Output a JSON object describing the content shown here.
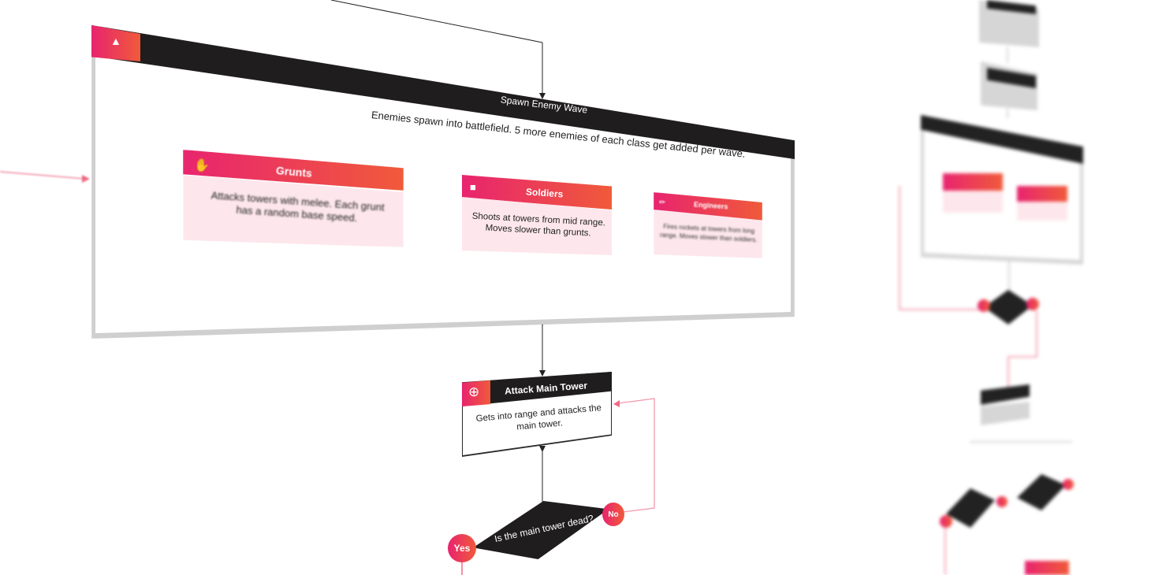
{
  "spawn": {
    "title": "Spawn Enemy Wave",
    "description": "Enemies spawn into battlefield. 5 more enemies of each class get added per wave.",
    "icon": "gauge-icon"
  },
  "classes": [
    {
      "name": "Grunts",
      "description": "Attacks towers with melee. Each grunt has a random base speed.",
      "icon": "fist-icon"
    },
    {
      "name": "Soldiers",
      "description": "Shoots at towers from mid range. Moves slower than grunts.",
      "icon": "gun-icon"
    },
    {
      "name": "Engineers",
      "description": "Fires rockets at towers from long range. Moves slower than soldiers.",
      "icon": "rocket-icon"
    }
  ],
  "attack": {
    "title": "Attack Main Tower",
    "description": "Gets into range and attacks the main tower.",
    "icon": "crosshair-icon"
  },
  "decision": {
    "question": "Is the main tower dead?",
    "yes_label": "Yes",
    "no_label": "No"
  },
  "colors": {
    "accent_start": "#e8246f",
    "accent_end": "#f05a3a",
    "dark": "#1f1d1e",
    "card_bg": "#fde7ec"
  }
}
